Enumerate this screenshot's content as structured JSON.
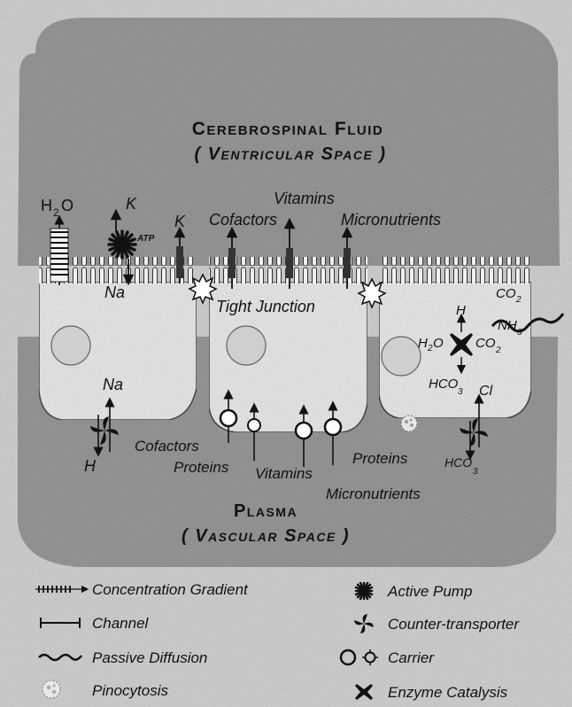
{
  "regions": {
    "csf_title": "Cerebrospinal Fluid",
    "csf_subtitle": "( Ventricular Space )",
    "plasma_title": "Plasma",
    "plasma_subtitle": "( Vascular Space )"
  },
  "apical_labels": {
    "h2o_h": "H",
    "h2o_sub": "2",
    "h2o_o": "O",
    "k_top": "K",
    "atp": "ATP",
    "k_channel": "K",
    "na_pump": "Na",
    "vitamins": "Vitamins",
    "cofactors": "Cofactors",
    "micronutrients": "Micronutrients",
    "tight_junction": "Tight Junction"
  },
  "cell3_labels": {
    "co2_top": "CO",
    "co2_top_sub": "2",
    "nh3": "NH",
    "nh3_sub": "3",
    "h_plus": "H",
    "h2o_h": "H",
    "h2o_sub": "2",
    "h2o_o": "O",
    "co2_right": "CO",
    "co2_right_sub": "2",
    "hco3_mid": "HCO",
    "hco3_mid_sub": "3",
    "cl": "Cl",
    "hco3_bottom": "HCO",
    "hco3_bottom_sub": "3"
  },
  "basal_labels": {
    "na_basal": "Na",
    "h_basal": "H",
    "cofactors": "Cofactors",
    "proteins_left": "Proteins",
    "vitamins": "Vitamins",
    "proteins_right": "Proteins",
    "micronutrients": "Micronutrients"
  },
  "legend": [
    {
      "icon": "concentration-gradient-icon",
      "label": "Concentration Gradient"
    },
    {
      "icon": "active-pump-icon",
      "label": "Active Pump"
    },
    {
      "icon": "channel-icon",
      "label": "Channel"
    },
    {
      "icon": "counter-transporter-icon",
      "label": "Counter-transporter"
    },
    {
      "icon": "passive-diffusion-icon",
      "label": "Passive Diffusion"
    },
    {
      "icon": "carrier-icon",
      "label": "Carrier"
    },
    {
      "icon": "pinocytosis-icon",
      "label": "Pinocytosis"
    },
    {
      "icon": "enzyme-catalysis-icon",
      "label": "Enzyme Catalysis"
    }
  ]
}
